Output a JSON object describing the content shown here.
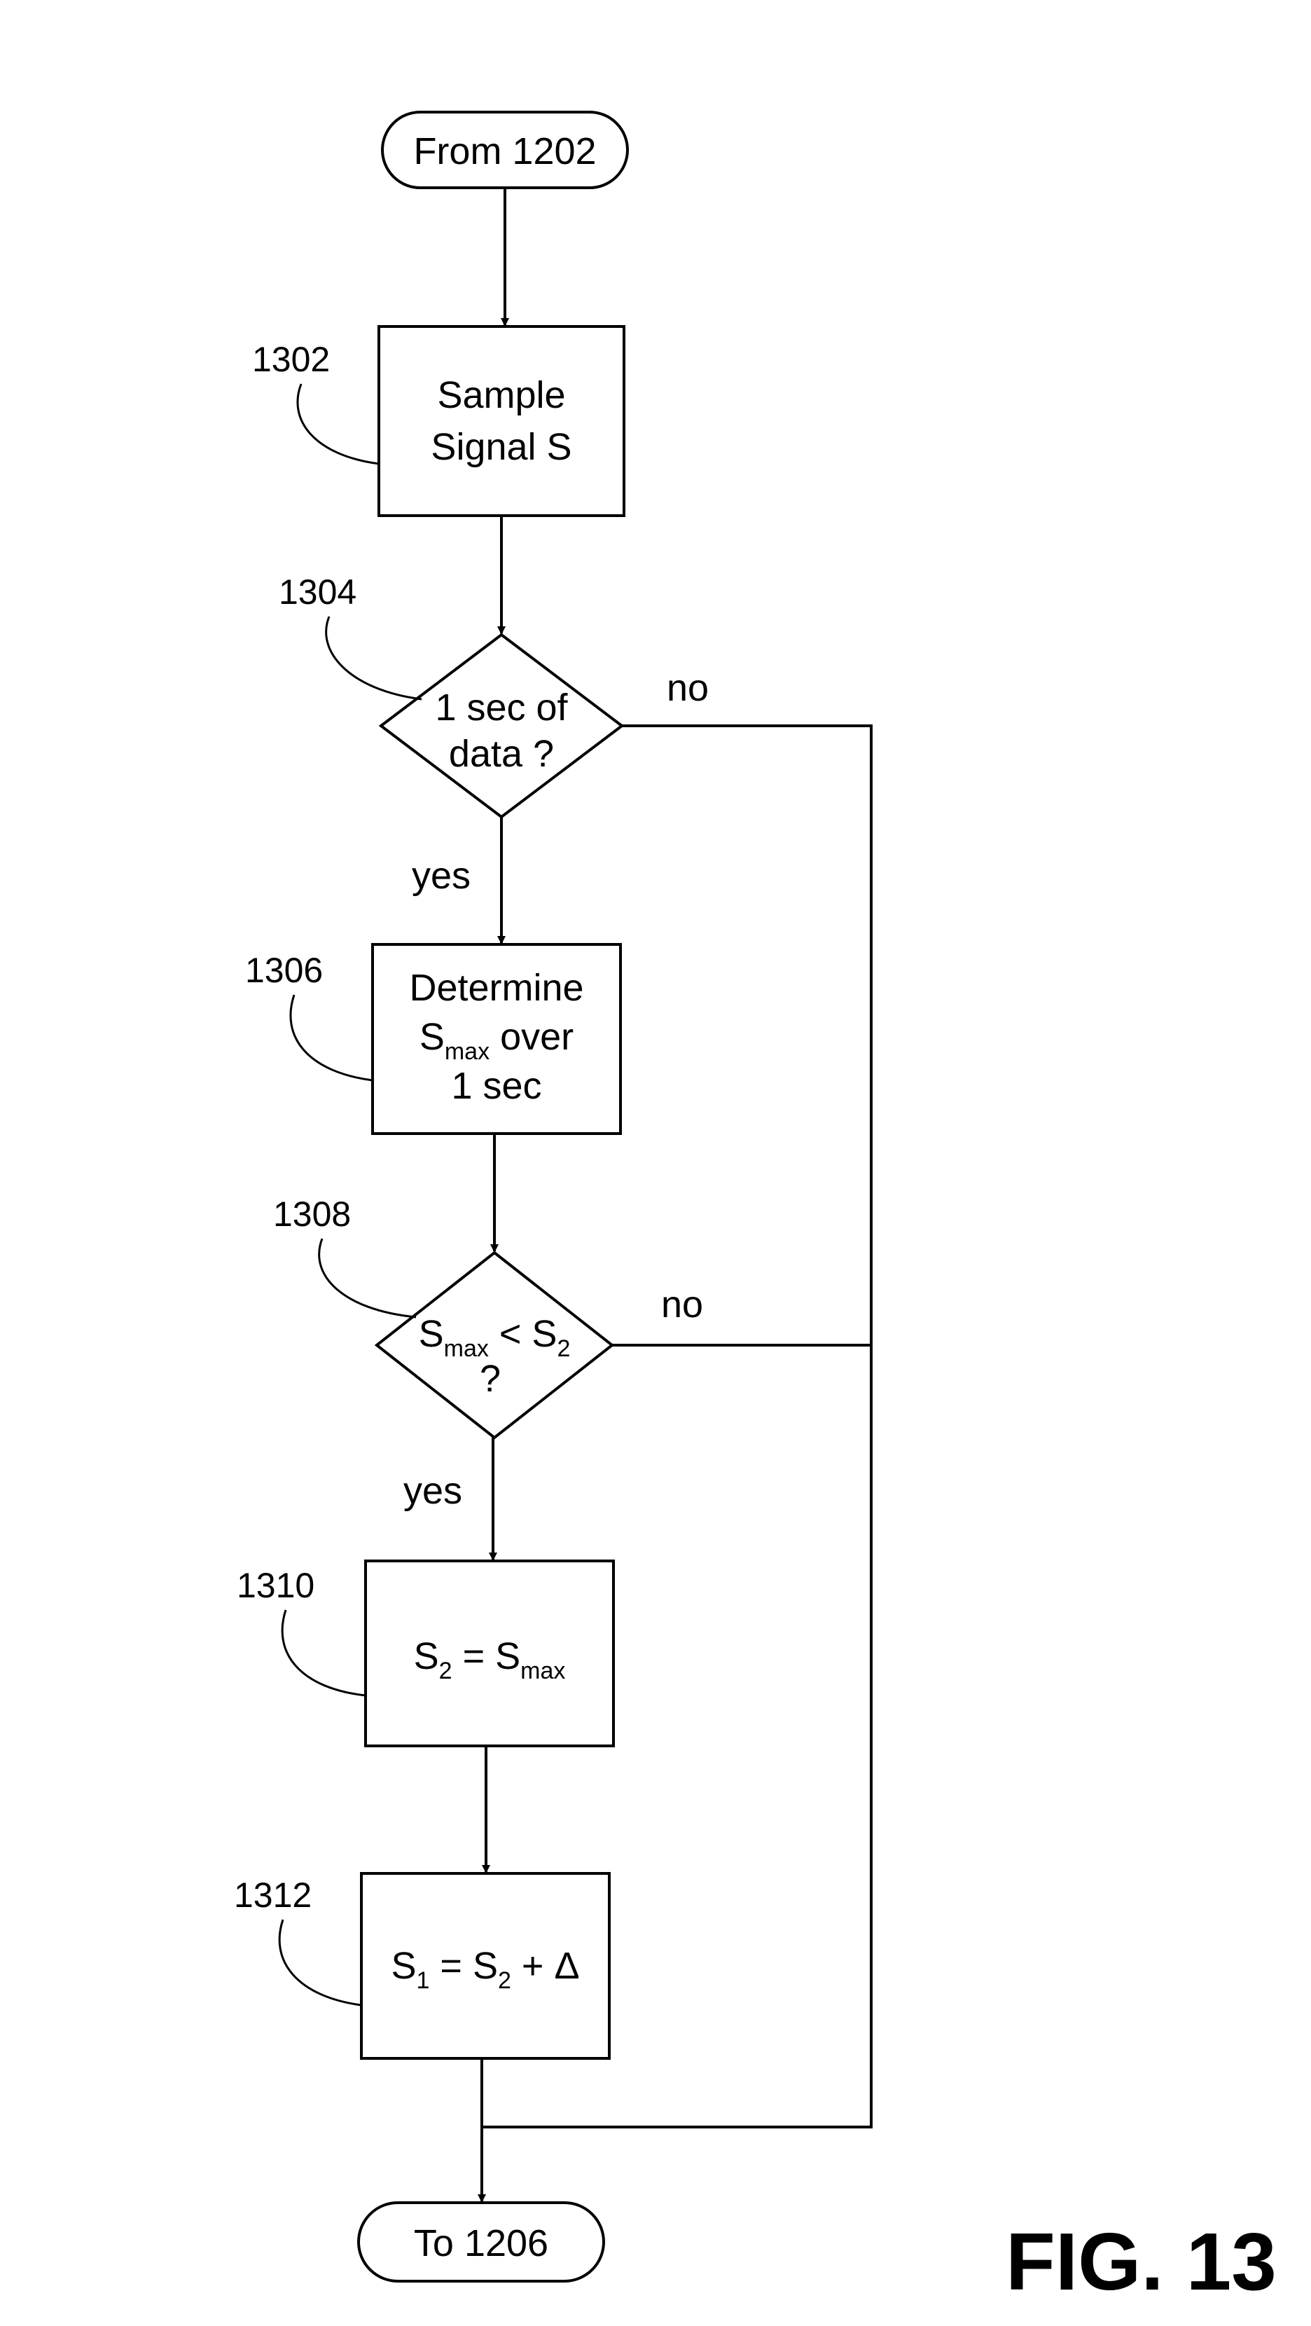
{
  "diagram": {
    "terminals": {
      "start": "From 1202",
      "end": "To 1206"
    },
    "steps": {
      "s1302": {
        "ref": "1302",
        "line1": "Sample",
        "line2": "Signal S"
      },
      "s1304": {
        "ref": "1304",
        "line1": "1 sec of",
        "line2": "data ?"
      },
      "s1306": {
        "ref": "1306",
        "line1": "Determine",
        "line2_base": "S",
        "line2_sub": "max",
        "line2_rest": " over",
        "line3": "1 sec"
      },
      "s1308": {
        "ref": "1308",
        "base1": "S",
        "sub1": "max",
        "op": " < ",
        "base2": "S",
        "sub2": "2",
        "line2": "?"
      },
      "s1310": {
        "ref": "1310",
        "base1": "S",
        "sub1": "2",
        "op": " = ",
        "base2": "S",
        "sub2": "max"
      },
      "s1312": {
        "ref": "1312",
        "base1": "S",
        "sub1": "1",
        "op": " = ",
        "base2": "S",
        "sub2": "2",
        "rest": " + Δ"
      }
    },
    "branch_labels": {
      "yes_1304": "yes",
      "no_1304": "no",
      "yes_1308": "yes",
      "no_1308": "no"
    },
    "figure_label": "FIG. 13"
  }
}
